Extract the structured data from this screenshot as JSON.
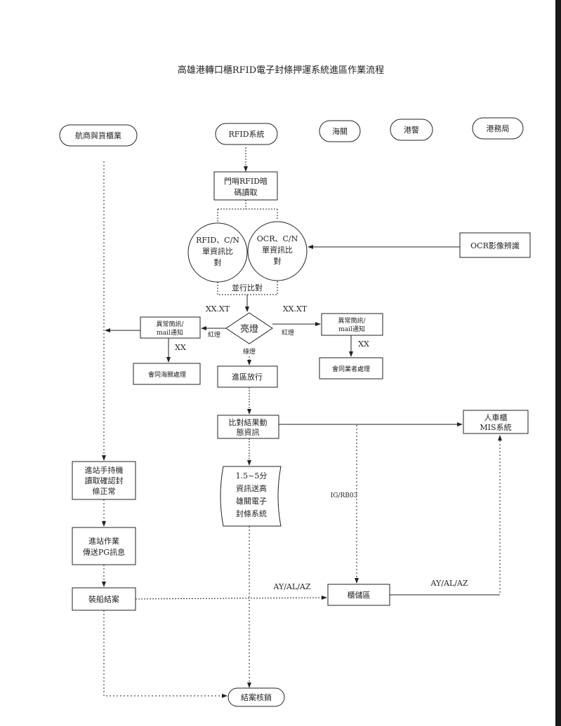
{
  "title": "高雄港轉口櫃RFID電子封條押運系統進區作業流程",
  "lanes": [
    "航商與貨櫃業",
    "RFID系統",
    "海關",
    "港警",
    "港務局"
  ],
  "nodes": {
    "gate_read": [
      "門哨RFID暗",
      "碼讀取"
    ],
    "rfid_compare": [
      "RFID、C/N",
      "單資訊比",
      "對"
    ],
    "ocr_compare": [
      "OCR、C/N",
      "單資訊比",
      "對"
    ],
    "ocr_recognition": "OCR影像辨識",
    "parallel": "並行比對",
    "light": "亮燈",
    "alert_left": [
      "異常簡訊/",
      "mail通知"
    ],
    "alert_right": [
      "異常簡訊/",
      "mail通知"
    ],
    "customs_handle": "會同海關處理",
    "operator_handle": "會同業者處理",
    "release": "進區放行",
    "dynamic_info": [
      "比對結果動",
      "態資訊"
    ],
    "mis": [
      "人車櫃",
      "MIS系統"
    ],
    "handheld": [
      "進站手持機",
      "讀取確認封",
      "條正常"
    ],
    "send_info": [
      "1.5~5分",
      "資訊送高",
      "雄關電子",
      "封條系統"
    ],
    "station_op": [
      "進站作業",
      "傳送PG訊息"
    ],
    "ship_close": "裝船結案",
    "storage": "櫃儲區",
    "close_out": "結案核銷"
  },
  "labels": {
    "xxxt_left": "XX.XT",
    "xxxt_right": "XX.XT",
    "red_left": "紅燈",
    "red_right": "紅燈",
    "green": "綠燈",
    "xx_left": "XX",
    "xx_right": "XX",
    "igrb": "IG/RB03",
    "ay_left": "AY/AL/AZ",
    "ay_right": "AY/AL/AZ"
  }
}
